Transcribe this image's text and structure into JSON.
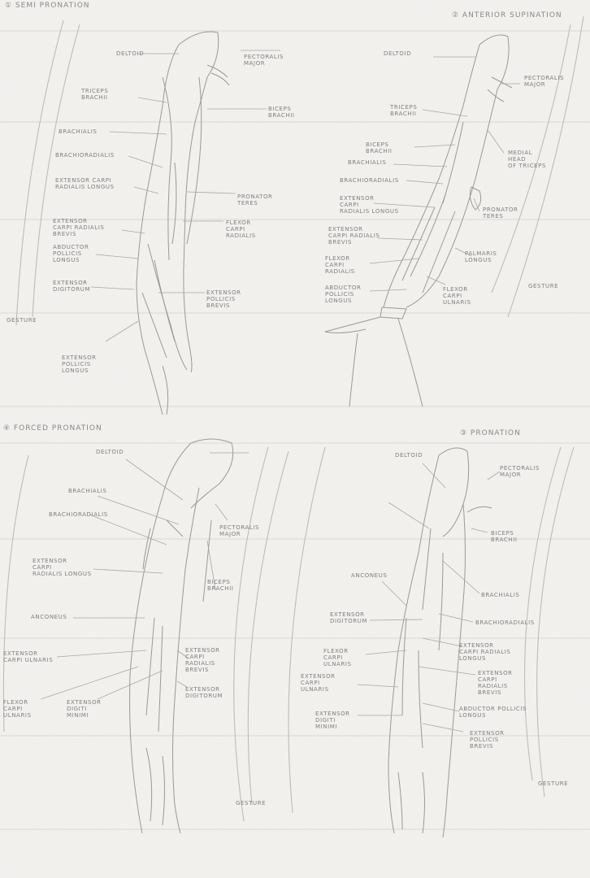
{
  "panels": {
    "p1": {
      "title": "① Semi Pronation",
      "gesture": "Gesture",
      "labels": {
        "deltoid": "Deltoid",
        "pectoralis": "Pectoralis\nMajor",
        "triceps": "Triceps\nBrachii",
        "biceps": "Biceps\nBrachii",
        "brachialis": "Brachialis",
        "brachioradialis": "Brachioradialis",
        "ecrl": "Extensor Carpi\nRadialis Longus",
        "pronator": "Pronator\nTeres",
        "flexor_cr": "Flexor\nCarpi\nRadialis",
        "ecrb": "Extensor\nCarpi Radialis\nBrevis",
        "apl": "Abductor\nPollicis\nLongus",
        "ed": "Extensor\nDigitorum",
        "epb": "Extensor\nPollicis\nBrevis",
        "epl": "Extensor\nPollicis\nLongus"
      }
    },
    "p2": {
      "title": "② Anterior Supination",
      "gesture": "Gesture",
      "labels": {
        "deltoid": "Deltoid",
        "pectoralis": "Pectoralis\nMajor",
        "triceps": "Triceps\nBrachii",
        "biceps": "Biceps\nBrachii",
        "medial_head": "Medial\nHead\nof Triceps",
        "brachialis": "Brachialis",
        "brachioradialis": "Brachioradialis",
        "ecrl": "Extensor\nCarpi\nRadialis Longus",
        "pronator": "Pronator\nTeres",
        "ecrb": "Extensor\nCarpi Radialis\nBrevis",
        "palmaris": "Palmaris\nLongus",
        "flexor_cr": "Flexor\nCarpi\nRadialis",
        "flexor_cu": "Flexor\nCarpi\nUlnaris",
        "apl": "Abductor\nPollicis\nLongus"
      }
    },
    "p3": {
      "title": "④ Forced Pronation",
      "gesture": "Gesture",
      "labels": {
        "deltoid": "Deltoid",
        "brachialis": "Brachialis",
        "brachioradialis": "Brachioradialis",
        "pectoralis": "Pectoralis\nMajor",
        "ecrl": "Extensor\nCarpi\nRadialis Longus",
        "biceps": "Biceps\nBrachii",
        "anconeus": "Anconeus",
        "ecu": "Extensor\nCarpi Ulnaris",
        "ecrb": "Extensor\nCarpi\nRadialis\nBrevis",
        "ed": "Extensor\nDigitorum",
        "flexor_cu": "Flexor\nCarpi\nUlnaris",
        "edm": "Extensor\nDigiti\nMinimi"
      }
    },
    "p4": {
      "title": "③ Pronation",
      "gesture": "Gesture",
      "labels": {
        "deltoid": "Deltoid",
        "pectoralis": "Pectoralis\nMajor",
        "biceps": "Biceps\nBrachii",
        "anconeus": "Anconeus",
        "brachialis": "Brachialis",
        "ed": "Extensor\nDigitorum",
        "brachioradialis": "Brachioradialis",
        "ecrl": "Extensor\nCarpi Radialis\nLongus",
        "flexor_cu": "Flexor\nCarpi\nUlnaris",
        "ecu": "Extensor\nCarpi\nUlnaris",
        "ecrb": "Extensor\nCarpi\nRadialis\nBrevis",
        "apl": "Abductor Pollicis\nLongus",
        "edm": "Extensor\nDigiti\nMinimi",
        "epb": "Extensor\nPollicis\nBrevis"
      }
    }
  }
}
